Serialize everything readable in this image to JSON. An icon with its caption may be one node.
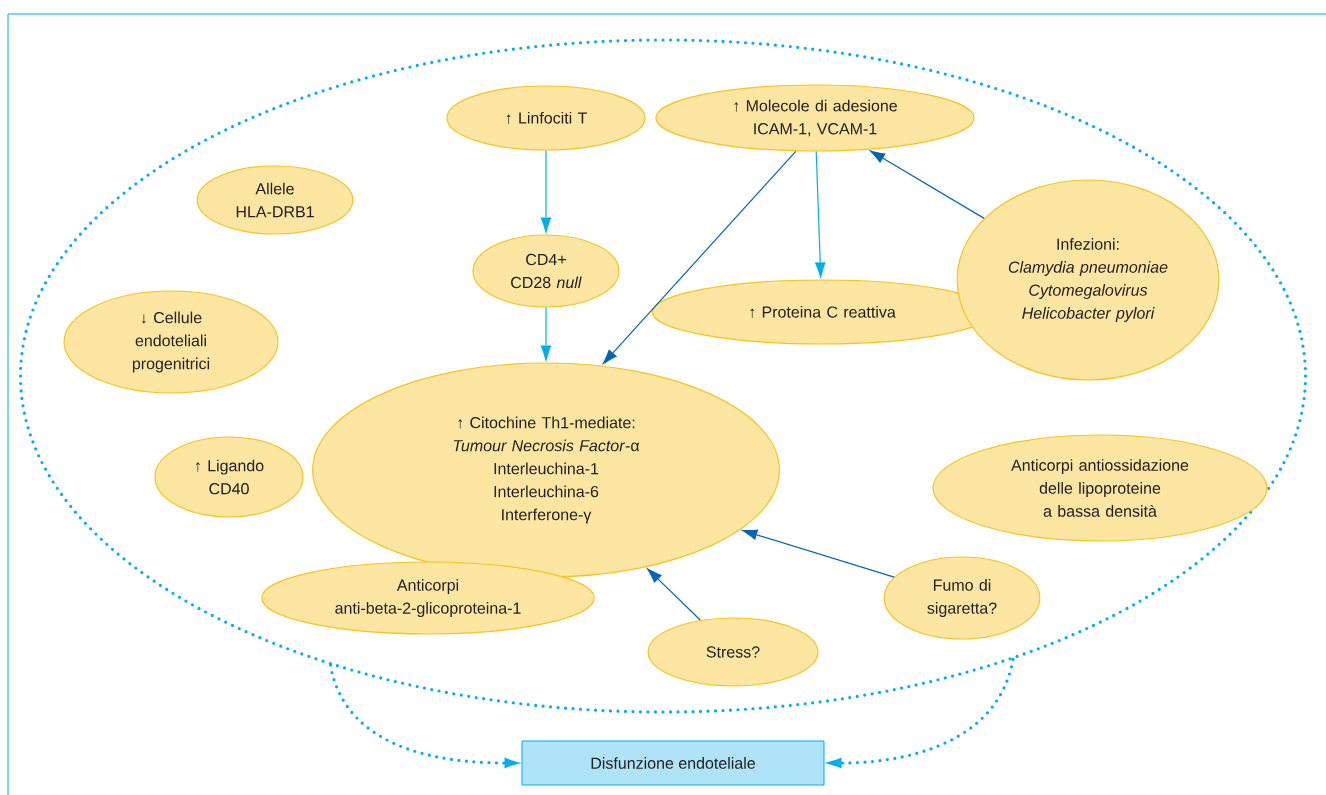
{
  "diagram": {
    "nodes": [
      {
        "text": [],
        "shape": "ellipse"
      },
      {
        "text": [
          "↑ Linfociti T"
        ],
        "in": 0
      },
      {
        "text": [
          "↑ Molecole di adesione ICAM-1, VCAM-1"
        ],
        "in": 0
      },
      {
        "text": [
          "Allele HLA-DRB1"
        ],
        "in": 0
      },
      {
        "text": [
          "CD4+ CD28 *null*"
        ],
        "in": 0
      },
      {
        "text": [
          "↑ Proteina C reattiva"
        ],
        "in": 0
      },
      {
        "text": [
          "Infezioni:",
          "Clamydia pneumoniae Cytomegalovirus Helicobacter pylori"
        ],
        "in": 0
      },
      {
        "text": [
          "↓ Cellule endoteliali progenitrici"
        ],
        "in": 0
      },
      {
        "text": [
          "↑ Citochine Th1-mediate:",
          "*Tumour Necrosis Factor*-α",
          "Interleuchina-1",
          "Interleuchina-6",
          "Interferone-γ"
        ],
        "in": 0
      },
      {
        "text": [
          "↑ Ligando CD40"
        ],
        "in": 0
      },
      {
        "text": [
          "Anticorpi antiossidazione delle lipoproteine a bassa densità"
        ],
        "in": 0
      },
      {
        "text": [
          "Anticorpi anti-beta-2-glicoproteina-1"
        ],
        "in": 0
      },
      {
        "text": [
          "Fumo di sigaretta?"
        ],
        "in": 0
      },
      {
        "text": [
          "Stress?"
        ],
        "in": 0
      },
      {
        "text": [
          "Disfunzione endoteliale"
        ]
      }
    ],
    "edges": [
      {
        "from": 1,
        "to": 4,
        "arrow": "to"
      },
      {
        "from": 4,
        "to": 8,
        "arrow": "to"
      },
      {
        "from": 2,
        "to": 5,
        "arrow": "to"
      },
      {
        "from": 2,
        "to": 8,
        "arrow": "to",
        "color": "#0066b3"
      },
      {
        "from": 6,
        "to": 2,
        "arrow": "to",
        "color": "#0066b3"
      },
      {
        "from": 12,
        "to": 8,
        "arrow": "to",
        "color": "#0066b3"
      },
      {
        "from": 13,
        "to": 8,
        "arrow": "to",
        "color": "#0066b3"
      },
      {
        "from": 0,
        "to": 14,
        "arrow": "to",
        "style": "dashed"
      },
      {
        "from": 0,
        "to": 14,
        "arrow": "to",
        "style": "dashed"
      }
    ]
  }
}
